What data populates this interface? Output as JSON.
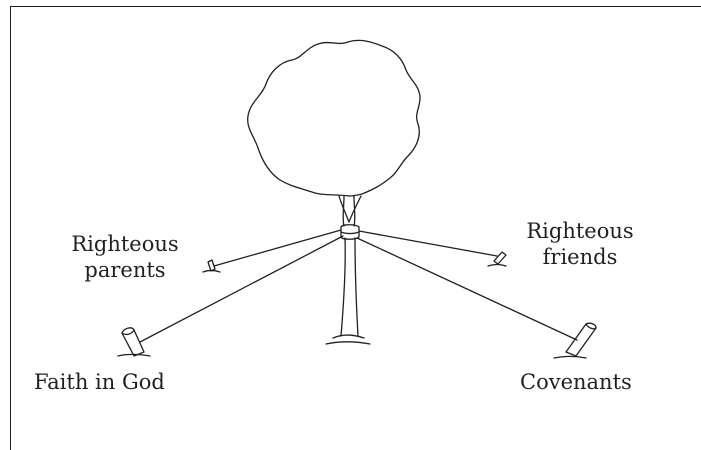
{
  "labels": {
    "righteous_parents": "Righteous\nparents",
    "righteous_friends": "Righteous\nfriends",
    "faith_in_god": "Faith in God",
    "covenants": "Covenants"
  },
  "colors": {
    "ink": "#231f20",
    "background": "#ffffff"
  }
}
